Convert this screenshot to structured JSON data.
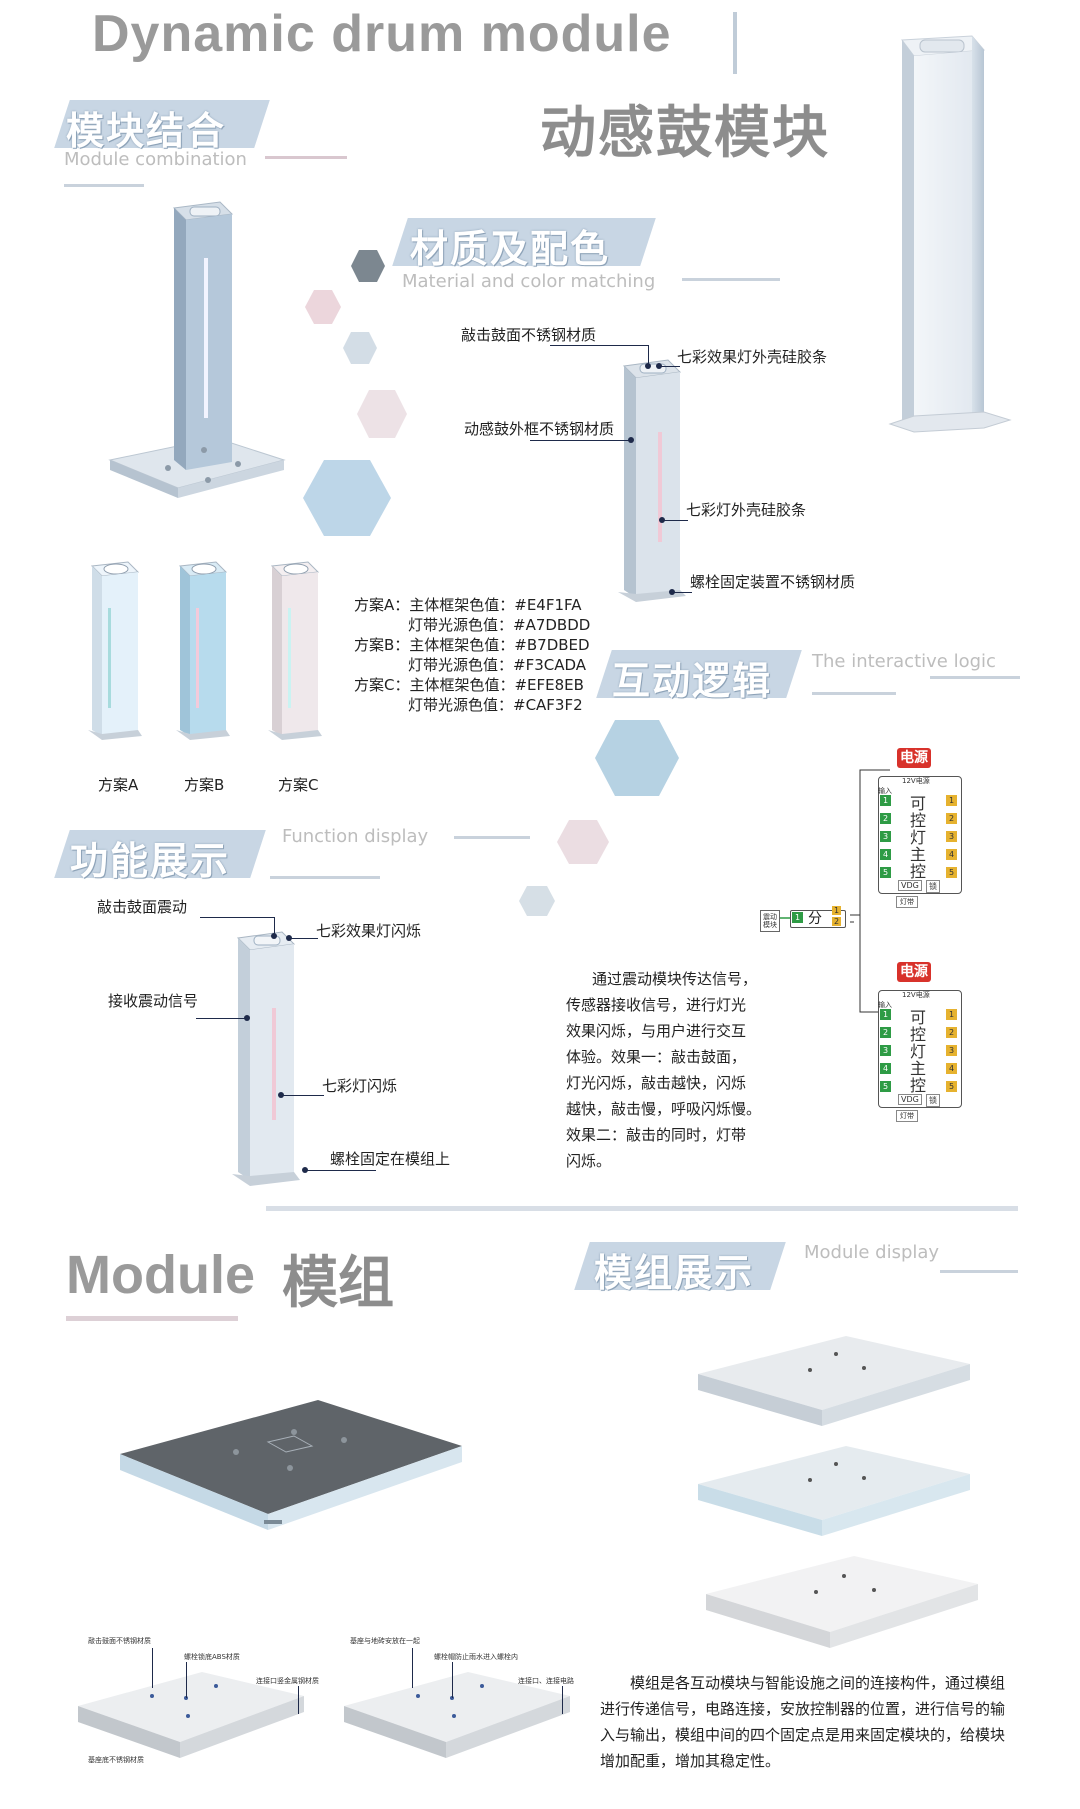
{
  "header": {
    "title_en": "Dynamic drum module",
    "title_cn": "动感鼓模块"
  },
  "sections": {
    "combination": {
      "cn": "模块结合",
      "en": "Module combination"
    },
    "material": {
      "cn": "材质及配色",
      "en": "Material and color matching"
    },
    "interactive": {
      "cn": "互动逻辑",
      "en": "The interactive logic"
    },
    "function": {
      "cn": "功能展示",
      "en": "Function display"
    },
    "module_big": {
      "en": "Module",
      "cn": "模组"
    },
    "module_display": {
      "cn": "模组展示",
      "en": "Module display"
    }
  },
  "material_labels": {
    "surface": "敲击鼓面不锈钢材质",
    "light_shell_top": "七彩效果灯外壳硅胶条",
    "frame": "动感鼓外框不锈钢材质",
    "light_shell_mid": "七彩灯外壳硅胶条",
    "bolt": "螺栓固定装置不锈钢材质"
  },
  "schemes": {
    "lines": [
      "方案A：主体框架色值：#E4F1FA",
      "灯带光源色值：#A7DBDD",
      "方案B：主体框架色值：#B7DBED",
      "灯带光源色值：#F3CADA",
      "方案C：主体框架色值：#EFE8EB",
      "灯带光源色值：#CAF3F2"
    ],
    "names": [
      "方案A",
      "方案B",
      "方案C"
    ],
    "colors": {
      "a_frame": "#E4F1FA",
      "a_light": "#A7DBDD",
      "b_frame": "#B7DBED",
      "b_light": "#F3CADA",
      "c_frame": "#EFE8EB",
      "c_light": "#CAF3F2"
    }
  },
  "function_labels": {
    "vibrate": "敲击鼓面震动",
    "flash_top": "七彩效果灯闪烁",
    "receive": "接收震动信号",
    "flash_mid": "七彩灯闪烁",
    "bolt": "螺栓固定在模组上"
  },
  "function_paragraph": [
    "通过震动模块传达信号，",
    "传感器接收信号，进行灯光",
    "效果闪烁，与用户进行交互",
    "体验。效果一：敲击鼓面，",
    "灯光闪烁，敲击越快，闪烁",
    "越快，敲击慢，呼吸闪烁慢。",
    "效果二：敲击的同时，灯带",
    "闪烁。"
  ],
  "diagram": {
    "power": "电源",
    "supply_small": "12V电源",
    "controller": [
      "可",
      "控",
      "灯",
      "主",
      "控"
    ],
    "input_small": "输入",
    "vdg": "VDG",
    "lock": "锁",
    "lamp_small": "灯带",
    "splitter": "分",
    "sensor_small": "震动模块",
    "nums": [
      "1",
      "2",
      "3",
      "4",
      "5"
    ]
  },
  "module_labels": {
    "a1": "敲击鼓面不锈钢材质",
    "a2": "螺栓锁底ABS材质",
    "a3": "连接口竖金属钢材质",
    "a4": "基座底不锈钢材质",
    "b1": "基座与地砖安放在一起",
    "b2": "螺栓帽防止雨水进入螺栓内",
    "b3": "连接口、连接电路"
  },
  "module_paragraph": [
    "模组是各互动模块与智能设施之间的连接构件，通过模组",
    "进行传递信号，电路连接，安放控制器的位置，进行信号的输",
    "入与输出，模组中间的四个固定点是用来固定模块的，给模块",
    "增加配重，增加其稳定性。"
  ]
}
